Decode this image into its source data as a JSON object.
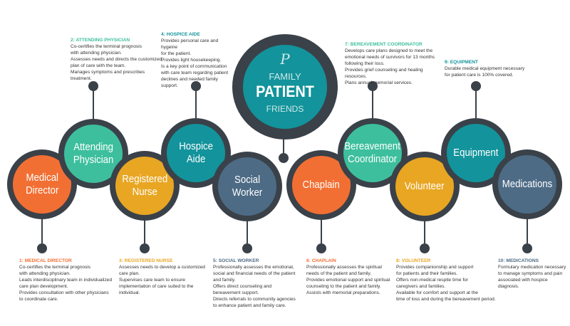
{
  "colors": {
    "ring": "#3a4149",
    "orange": "#f26f33",
    "green": "#3dbf9d",
    "yellow": "#e8a623",
    "teal": "#13939b",
    "slate": "#4d6b85"
  },
  "center": {
    "logo": "P",
    "line1": "FAMILY",
    "line2": "PATIENT",
    "line3": "FRIENDS"
  },
  "nodes": [
    {
      "label": "Medical\nDirector",
      "title": "1: MEDICAL DIRECTOR",
      "body": "Co-certifies the terminal prognosis\nwith attending physician.\nLeads interdisciplinary team in individualized\ncare plan development.\nProvides consultation with other physicians\nto coordinate care."
    },
    {
      "label": "Attending\nPhysician",
      "title": "2: ATTENDING PHYSICIAN",
      "body": "Co-certifies the terminal prognosis\nwith attending physician.\nAssesses needs and directs the customized\nplan of care with the team.\nManages symptoms and prescribes\ntreatment."
    },
    {
      "label": "Registered\nNurse",
      "title": "3: REGISTERED NURSE",
      "body": "Assesses needs to develop a customized\ncare plan.\nSupervises care team to ensure\nimplementation of care suited to the\nindividual."
    },
    {
      "label": "Hospice\nAide",
      "title": "4: HOSPICE AIDE",
      "body": "Provides personal care and hygeine\nfor the patient.\nProvides light housekeeping.\nIs a key point of communication\nwith care team regarding patient\ndeclines and needed family\nsupport."
    },
    {
      "label": "Social\nWorker",
      "title": "5: SOCIAL WORKER",
      "body": "Professionally assesses the emotional,\nsocial and financial needs of the patient\nand family.\nOffers direct counseling and\nbereavement support.\nDirects referrals to community agencies\nto enhance patient and family care."
    },
    {
      "label": "Chaplain",
      "title": "6: CHAPLAIN",
      "body": "Professionally assesses the spiritual\nneeds of the patient and family.\nProvides emotional support and spiritual\ncounseling to the patient and family.\nAssists with memorial preparations."
    },
    {
      "label": "Bereavement\nCoordinator",
      "title": "7: BEREAVEMENT COORDINATOR",
      "body": "Develops  care plans designed to meet the\nemotional needs of survivors for 13 months\nfollowing their loss.\nProvides grief counseling and healing resources.\nPlans annual memorial services."
    },
    {
      "label": "Volunteer",
      "title": "8: VOLUNTEER",
      "body": "Provides companionship and support\nfor patients and their families.\nOffers non-medical respite time for\ncaregivers and families.\nAvailable for comfort and support at the\ntime of loss and during the bereavement period."
    },
    {
      "label": "Equipment",
      "title": "9: EQUIPMENT",
      "body": "Durable medical equipment necessary\nfor patient care is 100% covered."
    },
    {
      "label": "Medications",
      "title": "10: MEDICATIONS",
      "body": "Formulary medication necessary\nto manage symptoms and pain\nassociated with hospice diagnosis."
    }
  ]
}
